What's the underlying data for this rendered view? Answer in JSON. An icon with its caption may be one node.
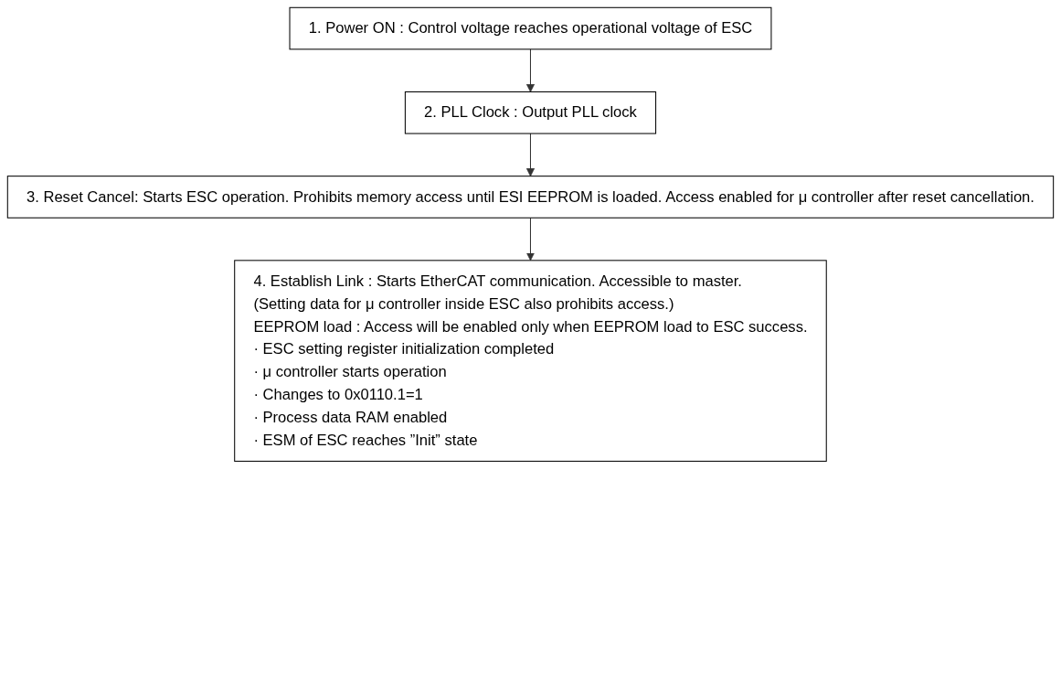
{
  "diagram": {
    "nodes": [
      {
        "text": [
          "1. Power ON : Control voltage reaches operational voltage of ESC"
        ]
      },
      {
        "text": [
          "2. PLL Clock : Output PLL clock"
        ]
      },
      {
        "text": [
          "3. Reset Cancel: Starts ESC operation. Prohibits memory access until ESI EEPROM is loaded. Access enabled for μ controller after reset cancellation."
        ]
      },
      {
        "text": [
          "4. Establish Link : Starts EtherCAT communication. Accessible to master.",
          "(Setting data for μ controller inside ESC also prohibits access.)",
          "EEPROM load : Access will be enabled only when EEPROM load to ESC success.",
          "· ESC setting register initialization completed",
          "· μ controller starts operation",
          "· Changes to 0x0110.1=1",
          "· Process data RAM enabled",
          "· ESM of ESC reaches ”Init” state"
        ]
      }
    ],
    "edges": [
      {
        "from": 0,
        "to": 1,
        "arrow": "to"
      },
      {
        "from": 1,
        "to": 2,
        "arrow": "to"
      },
      {
        "from": 2,
        "to": 3,
        "arrow": "to"
      }
    ]
  }
}
